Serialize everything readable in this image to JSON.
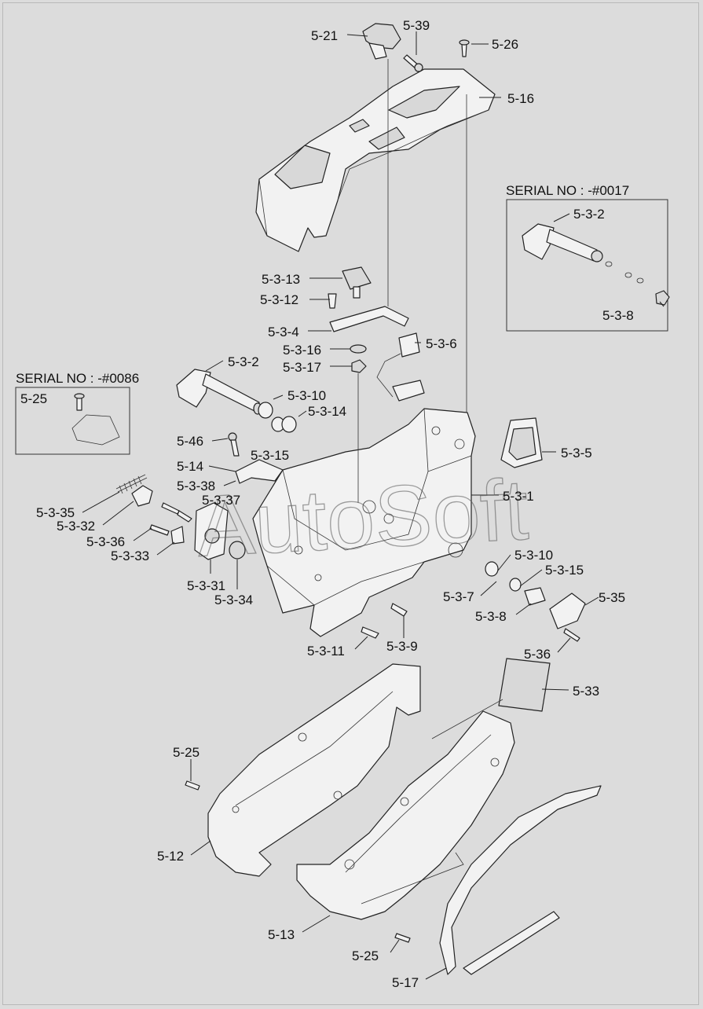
{
  "serial_notes": {
    "right": "SERIAL NO : -#0017",
    "left": "SERIAL NO : -#0086"
  },
  "watermark": "AutoSoft",
  "labels": [
    {
      "id": "l1",
      "text": "5-21"
    },
    {
      "id": "l2",
      "text": "5-39"
    },
    {
      "id": "l3",
      "text": "5-26"
    },
    {
      "id": "l4",
      "text": "5-16"
    },
    {
      "id": "l5",
      "text": "5-3-2"
    },
    {
      "id": "l6",
      "text": "5-3-8"
    },
    {
      "id": "l7",
      "text": "5-3-13"
    },
    {
      "id": "l8",
      "text": "5-3-12"
    },
    {
      "id": "l9",
      "text": "5-3-4"
    },
    {
      "id": "l10",
      "text": "5-3-6"
    },
    {
      "id": "l11",
      "text": "5-3-16"
    },
    {
      "id": "l12",
      "text": "5-3-17"
    },
    {
      "id": "l13",
      "text": "5-3-2"
    },
    {
      "id": "l14",
      "text": "5-25"
    },
    {
      "id": "l15",
      "text": "5-3-10"
    },
    {
      "id": "l16",
      "text": "5-3-14"
    },
    {
      "id": "l17",
      "text": "5-46"
    },
    {
      "id": "l18",
      "text": "5-3-15"
    },
    {
      "id": "l19",
      "text": "5-14"
    },
    {
      "id": "l20",
      "text": "5-3-38"
    },
    {
      "id": "l21",
      "text": "5-3-37"
    },
    {
      "id": "l22",
      "text": "5-3-35"
    },
    {
      "id": "l23",
      "text": "5-3-32"
    },
    {
      "id": "l24",
      "text": "5-3-36"
    },
    {
      "id": "l25",
      "text": "5-3-33"
    },
    {
      "id": "l26",
      "text": "5-3-31"
    },
    {
      "id": "l27",
      "text": "5-3-34"
    },
    {
      "id": "l28",
      "text": "5-3-5"
    },
    {
      "id": "l29",
      "text": "5-3-1"
    },
    {
      "id": "l30",
      "text": "5-3-10"
    },
    {
      "id": "l31",
      "text": "5-3-15"
    },
    {
      "id": "l32",
      "text": "5-3-7"
    },
    {
      "id": "l33",
      "text": "5-35"
    },
    {
      "id": "l34",
      "text": "5-3-8"
    },
    {
      "id": "l35",
      "text": "5-3-11"
    },
    {
      "id": "l36",
      "text": "5-3-9"
    },
    {
      "id": "l37",
      "text": "5-36"
    },
    {
      "id": "l38",
      "text": "5-33"
    },
    {
      "id": "l39",
      "text": "5-25"
    },
    {
      "id": "l40",
      "text": "5-12"
    },
    {
      "id": "l41",
      "text": "5-13"
    },
    {
      "id": "l42",
      "text": "5-25"
    },
    {
      "id": "l43",
      "text": "5-17"
    }
  ]
}
